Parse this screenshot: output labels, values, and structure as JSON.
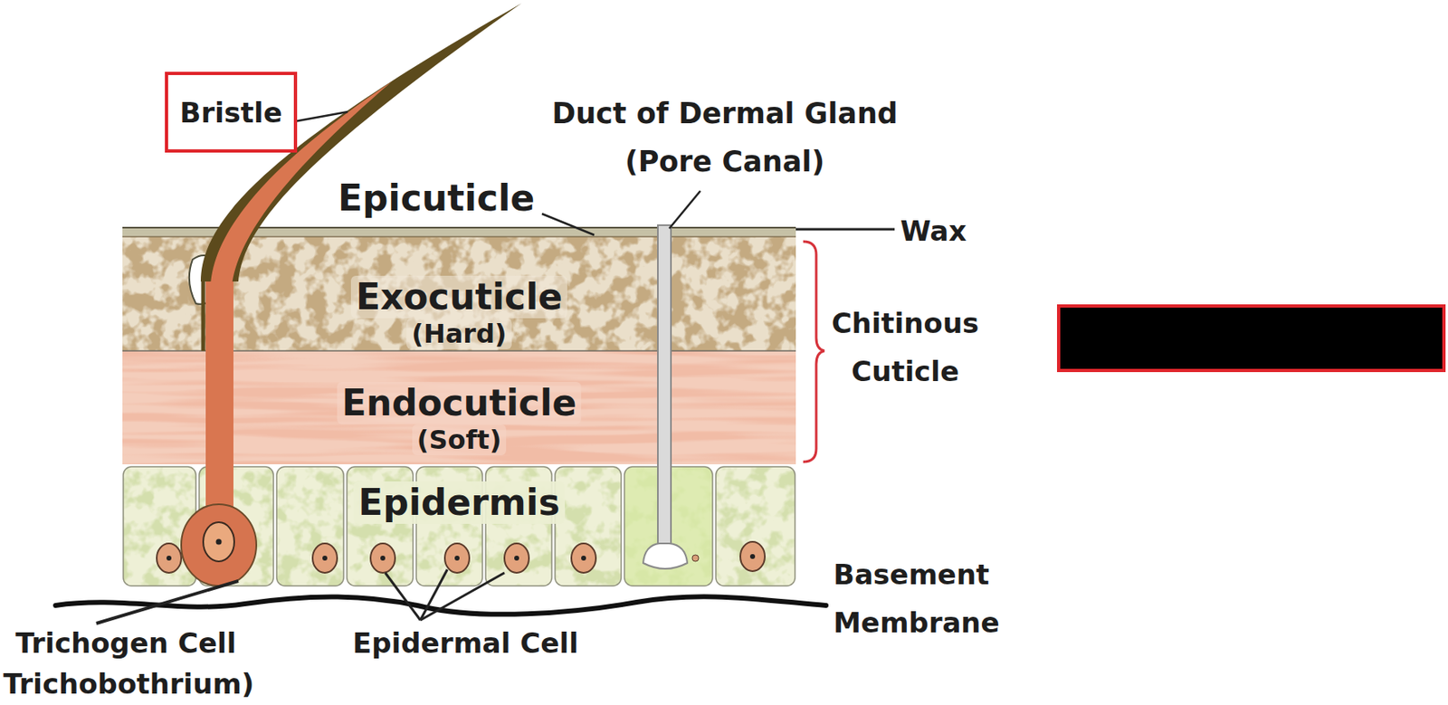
{
  "diagram": {
    "nodes": [
      {
        "text": [
          "Bristle"
        ]
      },
      {
        "text": [
          "Exocuticle",
          "(Hard)"
        ]
      },
      {
        "text": [
          "Endocuticle",
          "(Soft)"
        ]
      },
      {
        "text": [
          "Epidermis"
        ]
      }
    ],
    "labels": [
      "Duct of Dermal Gland (Pore Canal)",
      "Epicuticle",
      "Wax",
      "Chitinous Cuticle",
      "Basement Membrane",
      "Trichogen Cell",
      "Trichobothrium)",
      "Epidermal Cell"
    ]
  }
}
